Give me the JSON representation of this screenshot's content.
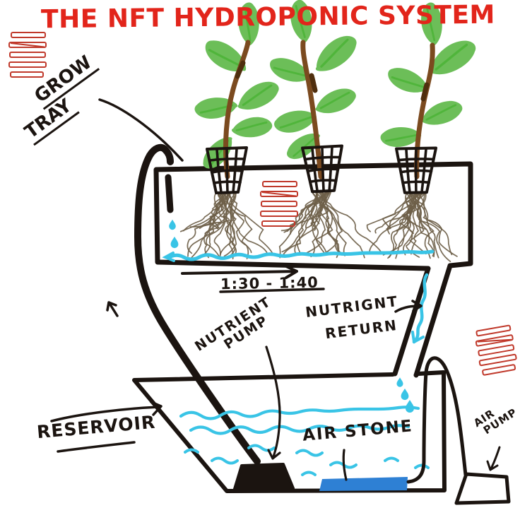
{
  "title": {
    "text": "THE NFT HYDROPONIC SYSTEM"
  },
  "labels": {
    "grow_tray_line1": "GROW",
    "grow_tray_line2": "TRAY",
    "flow_rate": "1:30 - 1:40",
    "nutrient_return_line1": "NUTRIGNT",
    "nutrient_return_line2": "RETURN",
    "nutrient_pump_line1": "NUTRIENT",
    "nutrient_pump_line2": "PUMP",
    "reservoir": "RESERVOIR",
    "air_stone": "AIR STONE",
    "air_pump_line1": "AIR",
    "air_pump_line2": "PUMP"
  },
  "icons": {
    "watermark": "watermark-stripes-icon"
  },
  "colors": {
    "ink": "#1b1410",
    "red": "#e2251b",
    "watermark": "#c0392b",
    "water": "#39c4e6",
    "airstone": "#2e80d4",
    "leaf": "#6cbe58",
    "leaf_vein": "#50b53b",
    "stem": "#7b4a1f",
    "stem_dark": "#4f2e0e",
    "root": "#6e5f49"
  }
}
